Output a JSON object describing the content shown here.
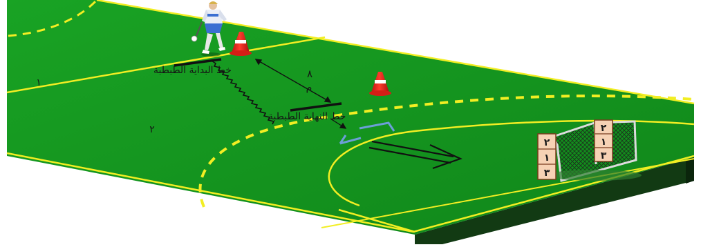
{
  "labels": {
    "start_line": "خط البداية الطبطبة",
    "start_line_number": "١",
    "end_line": "خط النهاية الطبطبة",
    "end_line_number": "٢",
    "distance": "٨",
    "distance_unit": "م"
  },
  "goal_boards": {
    "left": [
      "٢",
      "١",
      "٣"
    ],
    "right": [
      "٢",
      "١",
      "٣"
    ]
  },
  "colors": {
    "field": "#149a1e",
    "field_dark": "#0f7d18",
    "lines": "#f2ee23",
    "white_lines": "#f4f4f4",
    "cone": "#e8201a",
    "board": "#f6d2b4",
    "side_wall": "#123a13"
  }
}
